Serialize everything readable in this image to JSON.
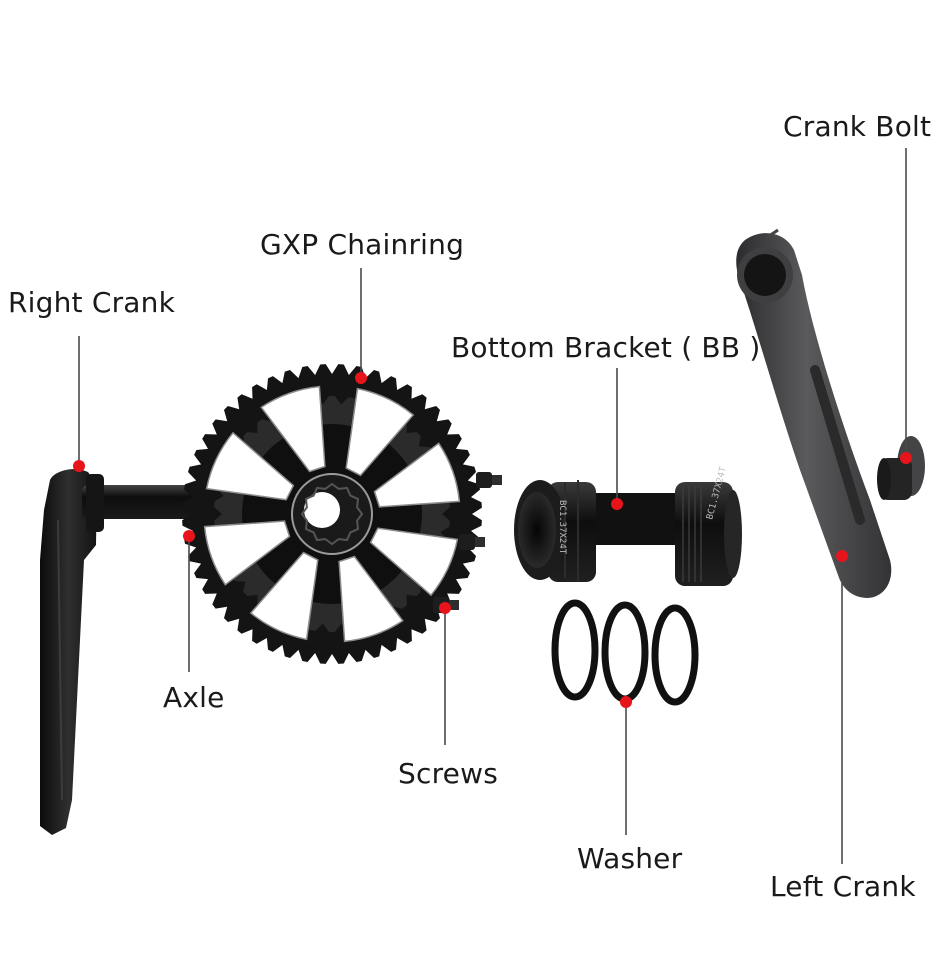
{
  "labels": {
    "right_crank": "Right Crank",
    "gxp_chainring": "GXP Chainring",
    "bottom_bracket": "Bottom Bracket ( BB )",
    "crank_bolt": "Crank Bolt",
    "axle": "Axle",
    "screws": "Screws",
    "washer": "Washer",
    "left_crank": "Left Crank"
  },
  "bb_printing": "BC1.37X24T",
  "colors": {
    "marker": "#e8141c",
    "leader": "#4a4a4a",
    "part_dark": "#1b1b1b",
    "part_grey": "#4b4b4d",
    "label_text": "#1a1a1a"
  }
}
